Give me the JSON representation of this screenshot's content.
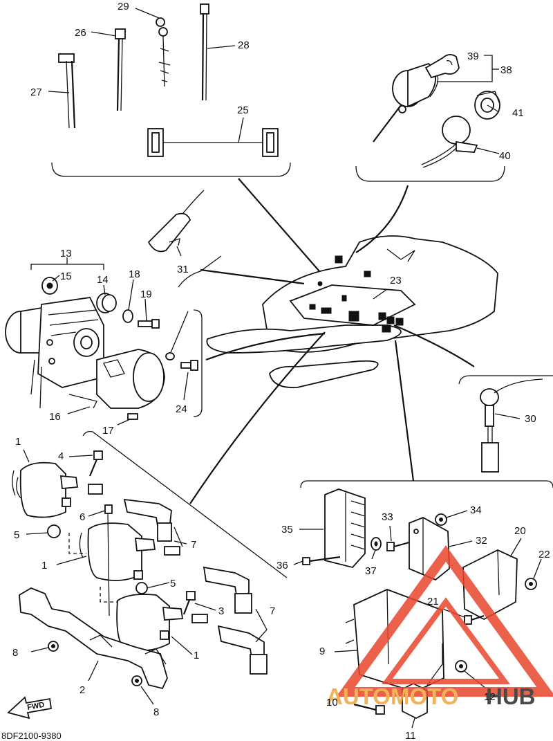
{
  "diagram": {
    "code": "8DF2100-9380",
    "fwd_label": "FWD",
    "watermark": {
      "part1": "AUTO",
      "part2": "MOTO",
      "part3": "HUB",
      "color_primary": "#e8462d",
      "color_secondary": "#f2a53a",
      "color_text_dark": "#2a2a2a"
    },
    "callouts": {
      "n1": "1",
      "n2": "2",
      "n3": "3",
      "n4": "4",
      "n5": "5",
      "n6": "6",
      "n7": "7",
      "n8": "8",
      "n9": "9",
      "n10": "10",
      "n11": "11",
      "n12": "12",
      "n13": "13",
      "n14": "14",
      "n15": "15",
      "n16": "16",
      "n17": "17",
      "n18": "18",
      "n19": "19",
      "n20": "20",
      "n21": "21",
      "n22": "22",
      "n23": "23",
      "n24": "24",
      "n25": "25",
      "n26": "26",
      "n27": "27",
      "n28": "28",
      "n29": "29",
      "n30": "30",
      "n31": "31",
      "n32": "32",
      "n33": "33",
      "n34": "34",
      "n35": "35",
      "n36": "36",
      "n37": "37",
      "n38": "38",
      "n39": "39",
      "n40": "40",
      "n41": "41"
    }
  }
}
